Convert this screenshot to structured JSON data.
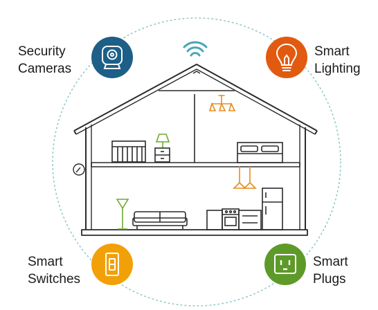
{
  "features": {
    "security_cameras": {
      "line1": "Security",
      "line2": "Cameras",
      "color": "#1d5f87"
    },
    "smart_lighting": {
      "line1": "Smart",
      "line2": "Lighting",
      "color": "#e25a10"
    },
    "smart_switches": {
      "line1": "Smart",
      "line2": "Switches",
      "color": "#f2a007"
    },
    "smart_plugs": {
      "line1": "Smart",
      "line2": "Plugs",
      "color": "#5d9a2a"
    }
  },
  "device_colors": {
    "wifi": "#4aa6b8",
    "lamps": "#e88a1a",
    "floor_lamp": "#6ea82f",
    "nightstand_lamp": "#6ea82f",
    "house_outline": "#2a2a2a",
    "dotted_circle": "#8fc9c9"
  },
  "icons": [
    "camera-icon",
    "lightbulb-icon",
    "switch-icon",
    "outlet-icon",
    "wifi-icon",
    "thermostat-icon"
  ]
}
